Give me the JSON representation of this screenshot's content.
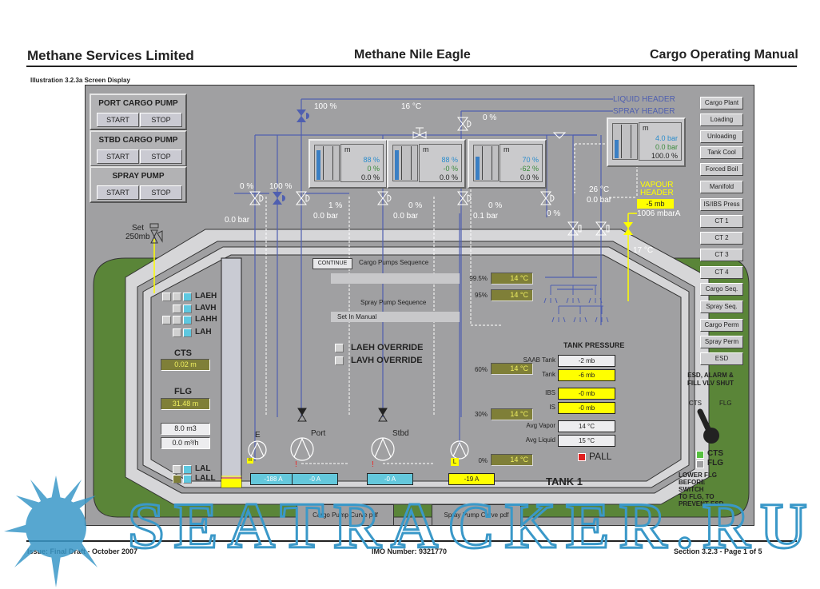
{
  "document": {
    "company": "Methane Services Limited",
    "vessel": "Methane Nile Eagle",
    "manual": "Cargo Operating Manual",
    "illustration": "Illustration 3.2.3a Screen Display",
    "footer_issue": "Issue: Final Draft  -  October 2007",
    "footer_imo": "IMO Number: 9321770",
    "footer_section": "Section 3.2.3  -  Page 1 of 5",
    "watermark": "SEATRACKER.RU"
  },
  "pump_controls": [
    {
      "title": "PORT CARGO PUMP",
      "start": "START",
      "stop": "STOP"
    },
    {
      "title": "STBD CARGO PUMP",
      "start": "START",
      "stop": "STOP"
    },
    {
      "title": "SPRAY PUMP",
      "start": "START",
      "stop": "STOP"
    }
  ],
  "nav_buttons": [
    "Cargo Plant",
    "Loading",
    "Unloading",
    "Tank Cool",
    "Forced Boil",
    "Manifold",
    "IS/IBS Press",
    "CT 1",
    "CT 2",
    "CT 3",
    "CT 4",
    "Cargo Seq.",
    "Spray Seq.",
    "Cargo Perm",
    "Spray Perm",
    "ESD"
  ],
  "headers": {
    "liquid": "LIQUID HEADER",
    "spray": "SPRAY HEADER",
    "vapour": "VAPOUR\nHEADER",
    "vapour_line1": "VAPOUR",
    "vapour_line2": "HEADER",
    "vapour_mb": "-5  mb",
    "vapour_abs": "1006 mbarA",
    "vapour_temp": "17 °C"
  },
  "top_readings": {
    "valve_top_pct": "100  %",
    "header_temp": "16 °C",
    "spray_valve_pct": "0  %",
    "left_valve1_pct": "0  %",
    "left_valve2_pct": "100  %",
    "left_bar": "0.0 bar",
    "set_label": "Set",
    "set_value": "250mb",
    "hdr_temp": "26  °C",
    "hdr_bar": "0.0  bar",
    "right_valve_pct": "0  %"
  },
  "gauges": [
    {
      "m": "m",
      "v1": "88 %",
      "v2": "0 %",
      "v3": "0.0 %",
      "fill": 0.88,
      "valve_pct": "1  %",
      "bar": "0.0 bar"
    },
    {
      "m": "m",
      "v1": "88 %",
      "v2": "-0 %",
      "v3": "0.0 %",
      "fill": 0.88,
      "valve_pct": "0  %",
      "bar": "0.0 bar"
    },
    {
      "m": "m",
      "v1": "70 %",
      "v2": "-62 %",
      "v3": "0.0 %",
      "fill": 0.7,
      "valve_pct": "0  %",
      "bar": "0.1 bar"
    },
    {
      "m": "m",
      "v1": "4.0 bar",
      "v2": "0.0 bar",
      "v3": "100.0 %",
      "fill": 0.55
    }
  ],
  "sequence": {
    "continue_label": "CONTINUE",
    "cargo_title": "Cargo Pumps Sequence",
    "cargo_status": "",
    "spray_title": "Spray Pump Sequence",
    "spray_status": "Set In Manual"
  },
  "overrides": [
    "LAEH OVERRIDE",
    "LAVH OVERRIDE"
  ],
  "alarms_top": [
    "LAEH",
    "LAVH",
    "LAHH",
    "LAH"
  ],
  "alarms_bottom": [
    "LAL",
    "LALL"
  ],
  "level": {
    "cts_label": "CTS",
    "cts_value": "0.02  m",
    "flg_label": "FLG",
    "flg_value": "31.48  m",
    "volume": "8.0  m3",
    "flow": "0.0  m³/h"
  },
  "temperatures": [
    {
      "pct": "99.5%",
      "value": "14  °C"
    },
    {
      "pct": "95%",
      "value": "14  °C"
    },
    {
      "pct": "60%",
      "value": "14  °C"
    },
    {
      "pct": "30%",
      "value": "14  °C"
    },
    {
      "pct": "0%",
      "value": "14  °C"
    }
  ],
  "pumps": [
    {
      "label": "E",
      "amps": "-188 A",
      "tag": "m"
    },
    {
      "label": "Port",
      "amps": "-0 A",
      "alarm": "!"
    },
    {
      "label": "Stbd",
      "amps": "-0 A",
      "alarm": "!"
    },
    {
      "label": "",
      "amps": "-19 A",
      "tag": "L"
    }
  ],
  "tank_pressure": {
    "title": "TANK PRESSURE",
    "rows": [
      {
        "label": "SAAB Tank",
        "value": "-2  mb",
        "highlight": false
      },
      {
        "label": "Tank",
        "value": "-6  mb",
        "highlight": true
      },
      {
        "label": "IBS",
        "value": "-0  mb",
        "highlight": true
      },
      {
        "label": "IS",
        "value": "-0  mb",
        "highlight": true
      },
      {
        "label": "Avg Vapor",
        "value": "14  °C",
        "highlight": false
      },
      {
        "label": "Avg Liquid",
        "value": "15  °C",
        "highlight": false
      }
    ],
    "pall": "PALL"
  },
  "tank_name": "TANK 1",
  "esd": {
    "title1": "ESD, ALARM &",
    "title2": "FILL VLV SHUT",
    "cts": "CTS",
    "flg": "FLG",
    "opt_cts": "CTS",
    "opt_flg": "FLG",
    "warn": [
      "LOWER FLG",
      "BEFORE",
      "SWITCH",
      "TO FLG, TO",
      "PREVENT ESD"
    ]
  },
  "pdf_links": [
    "Cargo Pump Curve pdf",
    "Spray Pump Curve pdf"
  ],
  "colors": {
    "pipe": "#4f5fb0",
    "vapour": "#ffff00",
    "hull_green": "#5a8538",
    "screen_bg": "#a0a0a2",
    "cyan": "#64c8dc",
    "olive": "#7f7f38"
  }
}
